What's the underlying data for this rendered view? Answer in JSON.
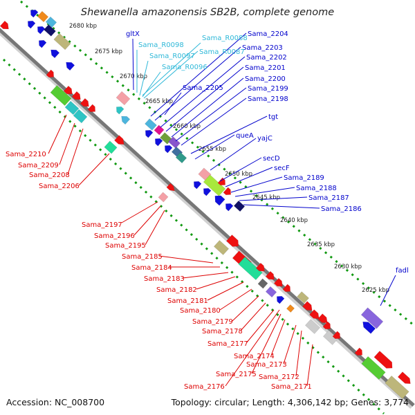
{
  "title": "Shewanella amazonensis SB2B, complete genome",
  "footer": {
    "accession": "Accession: NC_008700",
    "summary": "Topology: circular; Length: 4,306,142 bp; Genes: 3,774"
  },
  "colors": {
    "forward_cds": "#ee1111",
    "reverse_cds": "#1010dd",
    "forward_label": "#dd0000",
    "reverse_label": "#0000cc",
    "rna_label": "#2eb8d8",
    "backbone": "#777777",
    "tick_dots": "#119911"
  },
  "ticks": [
    "2680 kbp",
    "2675 kbp",
    "2670 kbp",
    "2665 kbp",
    "2660 kbp",
    "2655 kbp",
    "2650 kbp",
    "2645 kbp",
    "2640 kbp",
    "2635 kbp",
    "2630 kbp",
    "2625 kbp"
  ],
  "reverse_labels": [
    "gltX",
    "Sama_2205",
    "queA",
    "yajC",
    "secD",
    "secF",
    "Sama_2189",
    "Sama_2188",
    "Sama_2187",
    "Sama_2186",
    "fadl",
    "Sama_2204",
    "Sama_2203",
    "Sama_2202",
    "Sama_2201",
    "Sama_2200",
    "Sama_2199",
    "Sama_2198",
    "tgt"
  ],
  "rna_labels": [
    "Sama_R0098",
    "Sama_R0097",
    "Sama_R0096",
    "Sama_R0088",
    "Sama_R0087"
  ],
  "forward_labels": [
    "Sama_2210",
    "Sama_2209",
    "Sama_2208",
    "Sama_2206",
    "Sama_2197",
    "Sama_2196",
    "Sama_2195",
    "Sama_2185",
    "Sama_2184",
    "Sama_2183",
    "Sama_2182",
    "Sama_2181",
    "Sama_2180",
    "Sama_2179",
    "Sama_2178",
    "Sama_2177",
    "Sama_2174",
    "Sama_2175",
    "Sama_2176",
    "Sama_2173",
    "Sama_2172",
    "Sama_2171"
  ]
}
